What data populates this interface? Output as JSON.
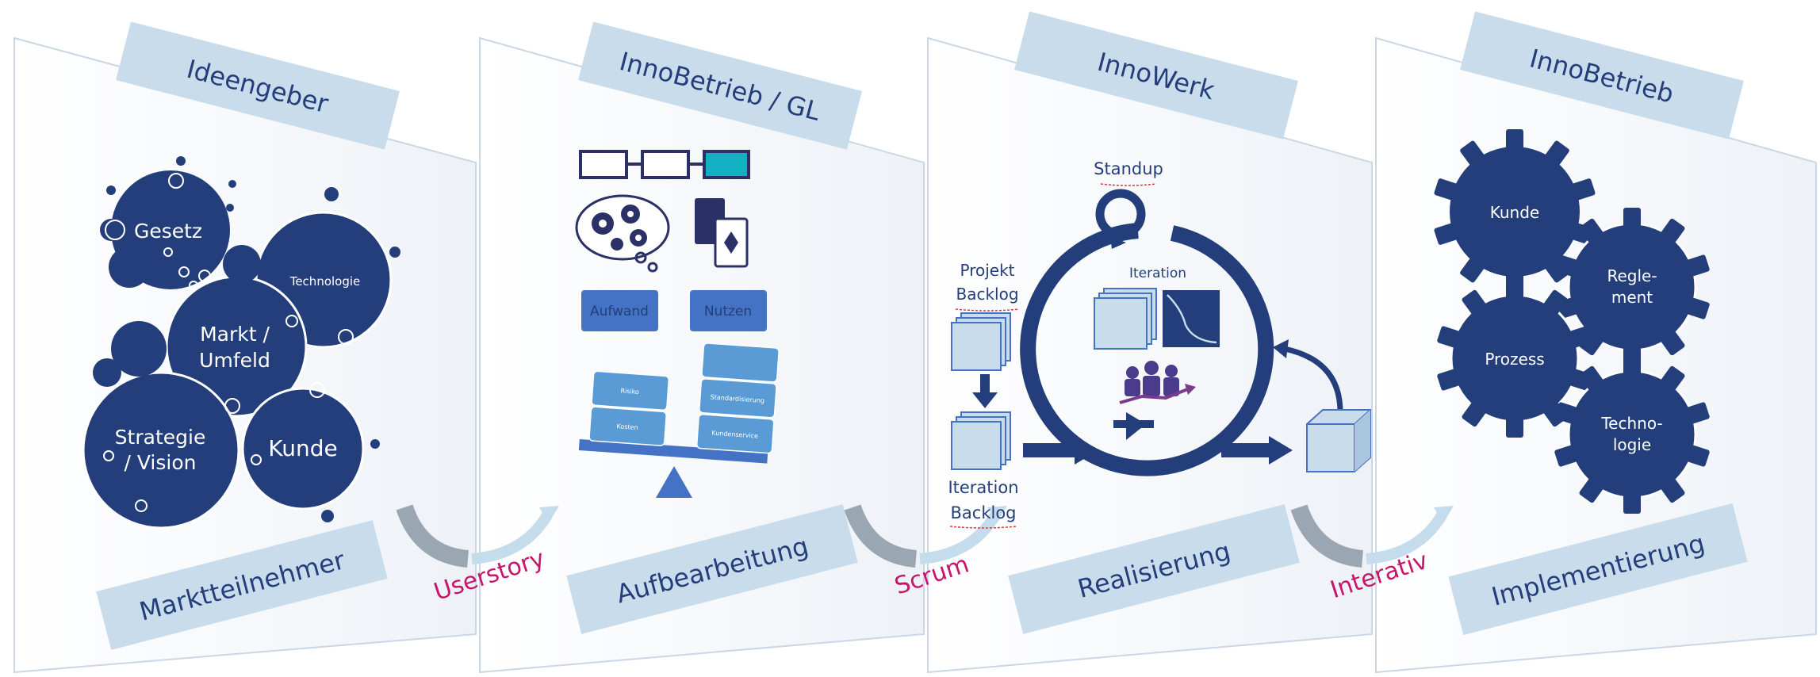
{
  "panels": [
    {
      "top_label": "Ideengeber",
      "bottom_label": "Marktteilnehmer"
    },
    {
      "top_label": "InnoBetrieb / GL",
      "bottom_label": "Aufbearbeitung"
    },
    {
      "top_label": "InnoWerk",
      "bottom_label": "Realisierung"
    },
    {
      "top_label": "InnoBetrieb",
      "bottom_label": "Implementierung"
    }
  ],
  "transitions": [
    "Userstory",
    "Scrum",
    "Interativ"
  ],
  "bubbles": {
    "gesetz": "Gesetz",
    "technologie": "Technologie",
    "markt_1": "Markt /",
    "markt_2": "Umfeld",
    "strategie_1": "Strategie",
    "strategie_2": "/ Vision",
    "kunde": "Kunde"
  },
  "evaluation": {
    "aufwand": "Aufwand",
    "nutzen": "Nutzen",
    "left_blocks": [
      "Risiko",
      "Kosten"
    ],
    "right_blocks": [
      "Standardisierung",
      "Kundenservice"
    ]
  },
  "scrum": {
    "standup": "Standup",
    "iteration": "Iteration",
    "projekt_backlog_1": "Projekt",
    "projekt_backlog_2": "Backlog",
    "iteration_backlog_1": "Iteration",
    "iteration_backlog_2": "Backlog"
  },
  "gears": {
    "kunde": "Kunde",
    "reglement_1": "Regle-",
    "reglement_2": "ment",
    "prozess": "Prozess",
    "technologie_1": "Techno-",
    "technologie_2": "logie"
  },
  "colors": {
    "navy": "#233e7a",
    "banner": "#c9dceb",
    "accent": "#c8156b",
    "teal": "#13b0c4",
    "light_blue": "#5b9bd5",
    "mid_blue": "#4472c4"
  }
}
